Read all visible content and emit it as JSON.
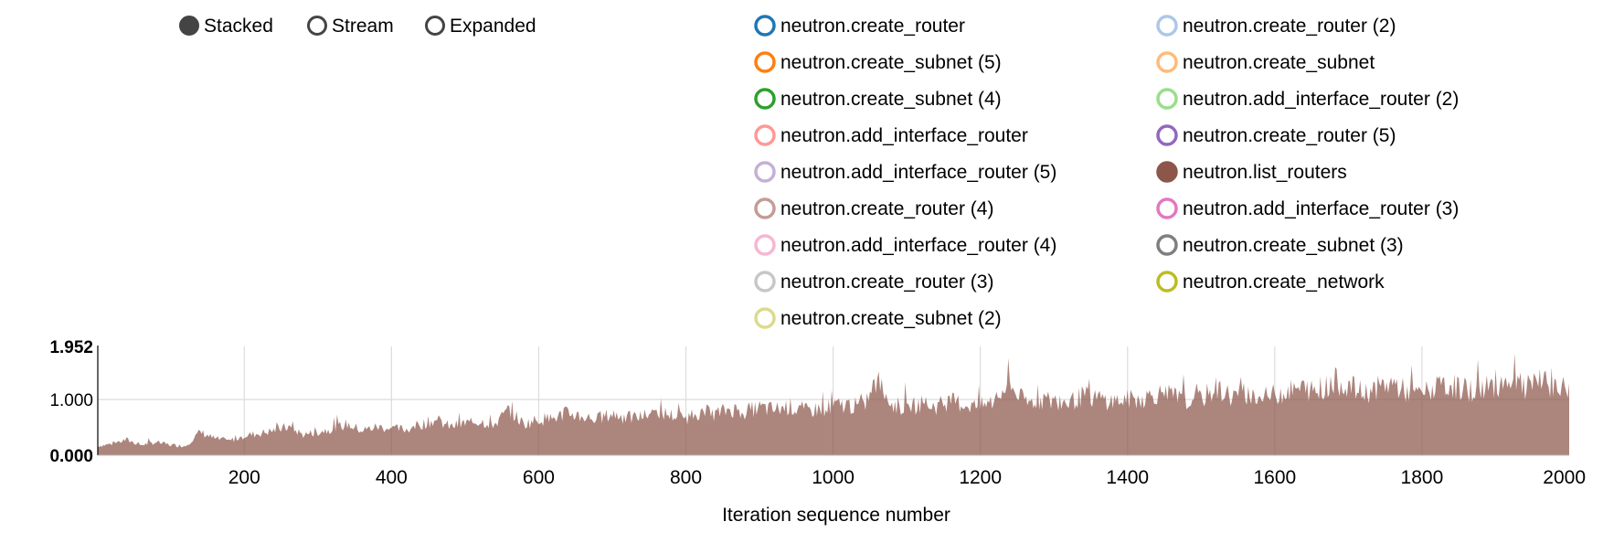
{
  "controls": [
    {
      "label": "Stacked",
      "selected": true
    },
    {
      "label": "Stream",
      "selected": false
    },
    {
      "label": "Expanded",
      "selected": false
    }
  ],
  "legend": {
    "columns": [
      [
        {
          "label": "neutron.create_router",
          "color": "#1f77b4",
          "filled": false
        },
        {
          "label": "neutron.create_subnet (5)",
          "color": "#ff7f0e",
          "filled": false
        },
        {
          "label": "neutron.create_subnet (4)",
          "color": "#2ca02c",
          "filled": false
        },
        {
          "label": "neutron.add_interface_router",
          "color": "#ff9896",
          "filled": false
        },
        {
          "label": "neutron.add_interface_router (5)",
          "color": "#c5b0d5",
          "filled": false
        },
        {
          "label": "neutron.create_router (4)",
          "color": "#c49c94",
          "filled": false
        },
        {
          "label": "neutron.add_interface_router (4)",
          "color": "#f7b6d2",
          "filled": false
        },
        {
          "label": "neutron.create_router (3)",
          "color": "#c7c7c7",
          "filled": false
        },
        {
          "label": "neutron.create_subnet (2)",
          "color": "#dbdb8d",
          "filled": false
        }
      ],
      [
        {
          "label": "neutron.create_router (2)",
          "color": "#aec7e8",
          "filled": false
        },
        {
          "label": "neutron.create_subnet",
          "color": "#ffbb78",
          "filled": false
        },
        {
          "label": "neutron.add_interface_router (2)",
          "color": "#98df8a",
          "filled": false
        },
        {
          "label": "neutron.create_router (5)",
          "color": "#9467bd",
          "filled": false
        },
        {
          "label": "neutron.list_routers",
          "color": "#8c564b",
          "filled": true
        },
        {
          "label": "neutron.add_interface_router (3)",
          "color": "#e377c2",
          "filled": false
        },
        {
          "label": "neutron.create_subnet (3)",
          "color": "#7f7f7f",
          "filled": false
        },
        {
          "label": "neutron.create_network",
          "color": "#bcbd22",
          "filled": false
        }
      ]
    ]
  },
  "chart_data": {
    "type": "area",
    "xlabel": "Iteration sequence number",
    "ylabel": "",
    "xlim": [
      1,
      2000
    ],
    "ylim": [
      0,
      1.952
    ],
    "x_ticks": [
      200,
      400,
      600,
      800,
      1000,
      1200,
      1400,
      1600,
      1800,
      2000
    ],
    "x_tick_labels": [
      "200",
      "400",
      "600",
      "800",
      "1000",
      "1200",
      "1400",
      "1600",
      "1800",
      "2000"
    ],
    "y_ticks": [
      0,
      1,
      1.952
    ],
    "y_tick_labels": [
      "0.000",
      "1.000",
      "1.952"
    ],
    "grid": true,
    "series": [
      {
        "name": "neutron.list_routers",
        "color": "#8c564b",
        "x": [
          1,
          20,
          40,
          60,
          80,
          100,
          120,
          140,
          160,
          180,
          200,
          220,
          240,
          260,
          280,
          300,
          320,
          340,
          360,
          380,
          400,
          420,
          440,
          460,
          480,
          500,
          520,
          540,
          560,
          580,
          600,
          620,
          640,
          660,
          680,
          700,
          720,
          740,
          760,
          780,
          800,
          820,
          840,
          860,
          880,
          900,
          920,
          940,
          960,
          980,
          1000,
          1020,
          1040,
          1060,
          1080,
          1100,
          1120,
          1140,
          1160,
          1180,
          1200,
          1220,
          1240,
          1260,
          1280,
          1300,
          1320,
          1340,
          1360,
          1380,
          1400,
          1420,
          1440,
          1460,
          1480,
          1500,
          1520,
          1540,
          1560,
          1580,
          1600,
          1620,
          1640,
          1660,
          1680,
          1700,
          1720,
          1740,
          1760,
          1780,
          1800,
          1820,
          1840,
          1860,
          1880,
          1900,
          1920,
          1940,
          1960,
          1980,
          2000
        ],
        "values": [
          0.18,
          0.22,
          0.3,
          0.2,
          0.25,
          0.2,
          0.18,
          0.45,
          0.32,
          0.28,
          0.38,
          0.42,
          0.48,
          0.55,
          0.4,
          0.45,
          0.52,
          0.6,
          0.48,
          0.55,
          0.52,
          0.5,
          0.6,
          0.68,
          0.55,
          0.62,
          0.66,
          0.6,
          0.88,
          0.6,
          0.7,
          0.72,
          0.82,
          0.75,
          0.7,
          0.8,
          0.72,
          0.75,
          0.85,
          0.78,
          0.72,
          0.85,
          0.8,
          0.9,
          0.85,
          0.92,
          0.88,
          0.95,
          0.85,
          0.9,
          0.95,
          0.98,
          0.92,
          1.45,
          0.98,
          0.92,
          1.0,
          0.95,
          1.05,
          0.98,
          0.95,
          1.05,
          1.4,
          1.0,
          1.08,
          1.05,
          1.02,
          1.15,
          1.1,
          1.05,
          1.08,
          1.1,
          1.2,
          1.15,
          1.05,
          1.1,
          1.3,
          1.15,
          1.2,
          1.1,
          1.18,
          1.25,
          1.3,
          1.2,
          1.45,
          1.35,
          1.2,
          1.3,
          1.4,
          1.22,
          1.2,
          1.3,
          1.35,
          1.25,
          1.3,
          1.35,
          1.5,
          1.3,
          1.4,
          1.35,
          1.3
        ]
      }
    ]
  }
}
